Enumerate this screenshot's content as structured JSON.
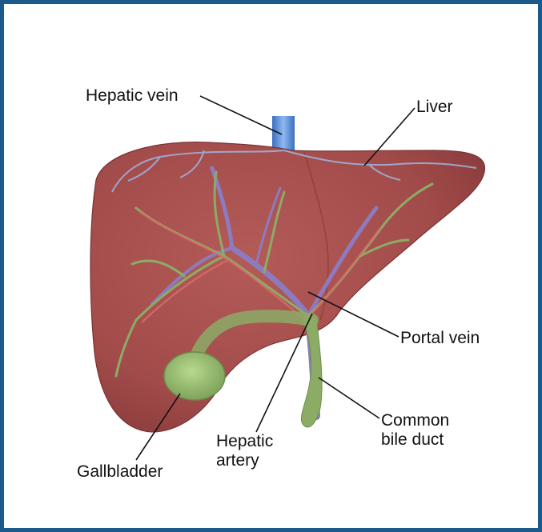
{
  "labels": {
    "hepatic_vein": "Hepatic vein",
    "liver": "Liver",
    "portal_vein": "Portal vein",
    "common_bile_duct": [
      "Common",
      "bile duct"
    ],
    "hepatic_artery": [
      "Hepatic",
      "artery"
    ],
    "gallbladder": "Gallbladder"
  },
  "colors": {
    "frame": "#1d5a8c",
    "liver": "#a8504f",
    "liver_shadow": "#8a3c3c",
    "hepatic_vein": "#5a8fd6",
    "portal_vein": "#8a76b8",
    "artery": "#d06060",
    "bile_duct": "#8aa868",
    "gallbladder": "#9cc27a"
  }
}
